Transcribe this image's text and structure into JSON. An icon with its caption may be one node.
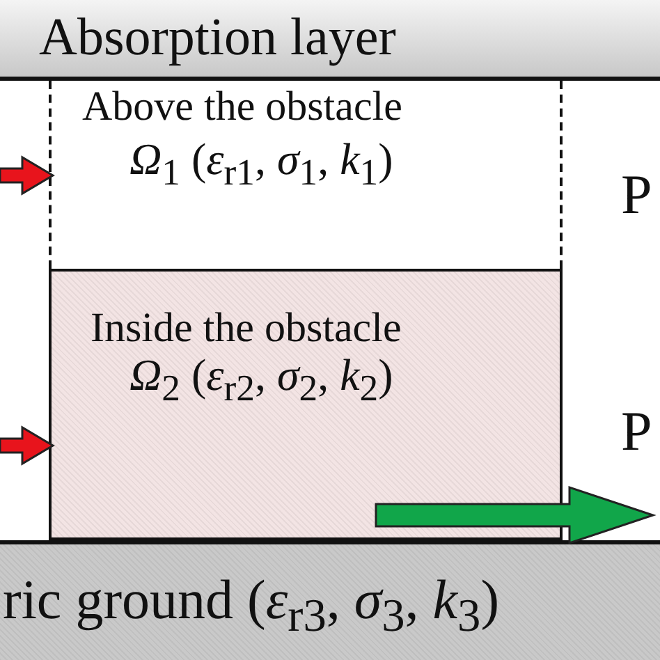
{
  "diagram": {
    "nodes": [
      {
        "text": [
          "Absorption layer"
        ]
      },
      {
        "text": [
          "Above the obstacle",
          "*Ω*$_{1}$ (*ε*$_{r1}$, *σ*$_{1}$, *k*$_{1}$)"
        ]
      },
      {
        "text": [
          "Inside the obstacle",
          "*Ω*$_{2}$ (*ε*$_{r2}$, *σ*$_{2}$, *k*$_{2}$)"
        ]
      },
      {
        "text": [
          "ric ground (*ε*$_{r3}$, *σ*$_{3}$, *k*$_{3}$)"
        ]
      }
    ],
    "edges": [
      {
        "from": null,
        "to": 1,
        "arrow": "to"
      },
      {
        "from": null,
        "to": 2,
        "arrow": "to"
      },
      {
        "from": 2,
        "to": null,
        "arrow": "to",
        "color": "#11a64a"
      }
    ],
    "labels": [
      "P",
      "P"
    ]
  }
}
